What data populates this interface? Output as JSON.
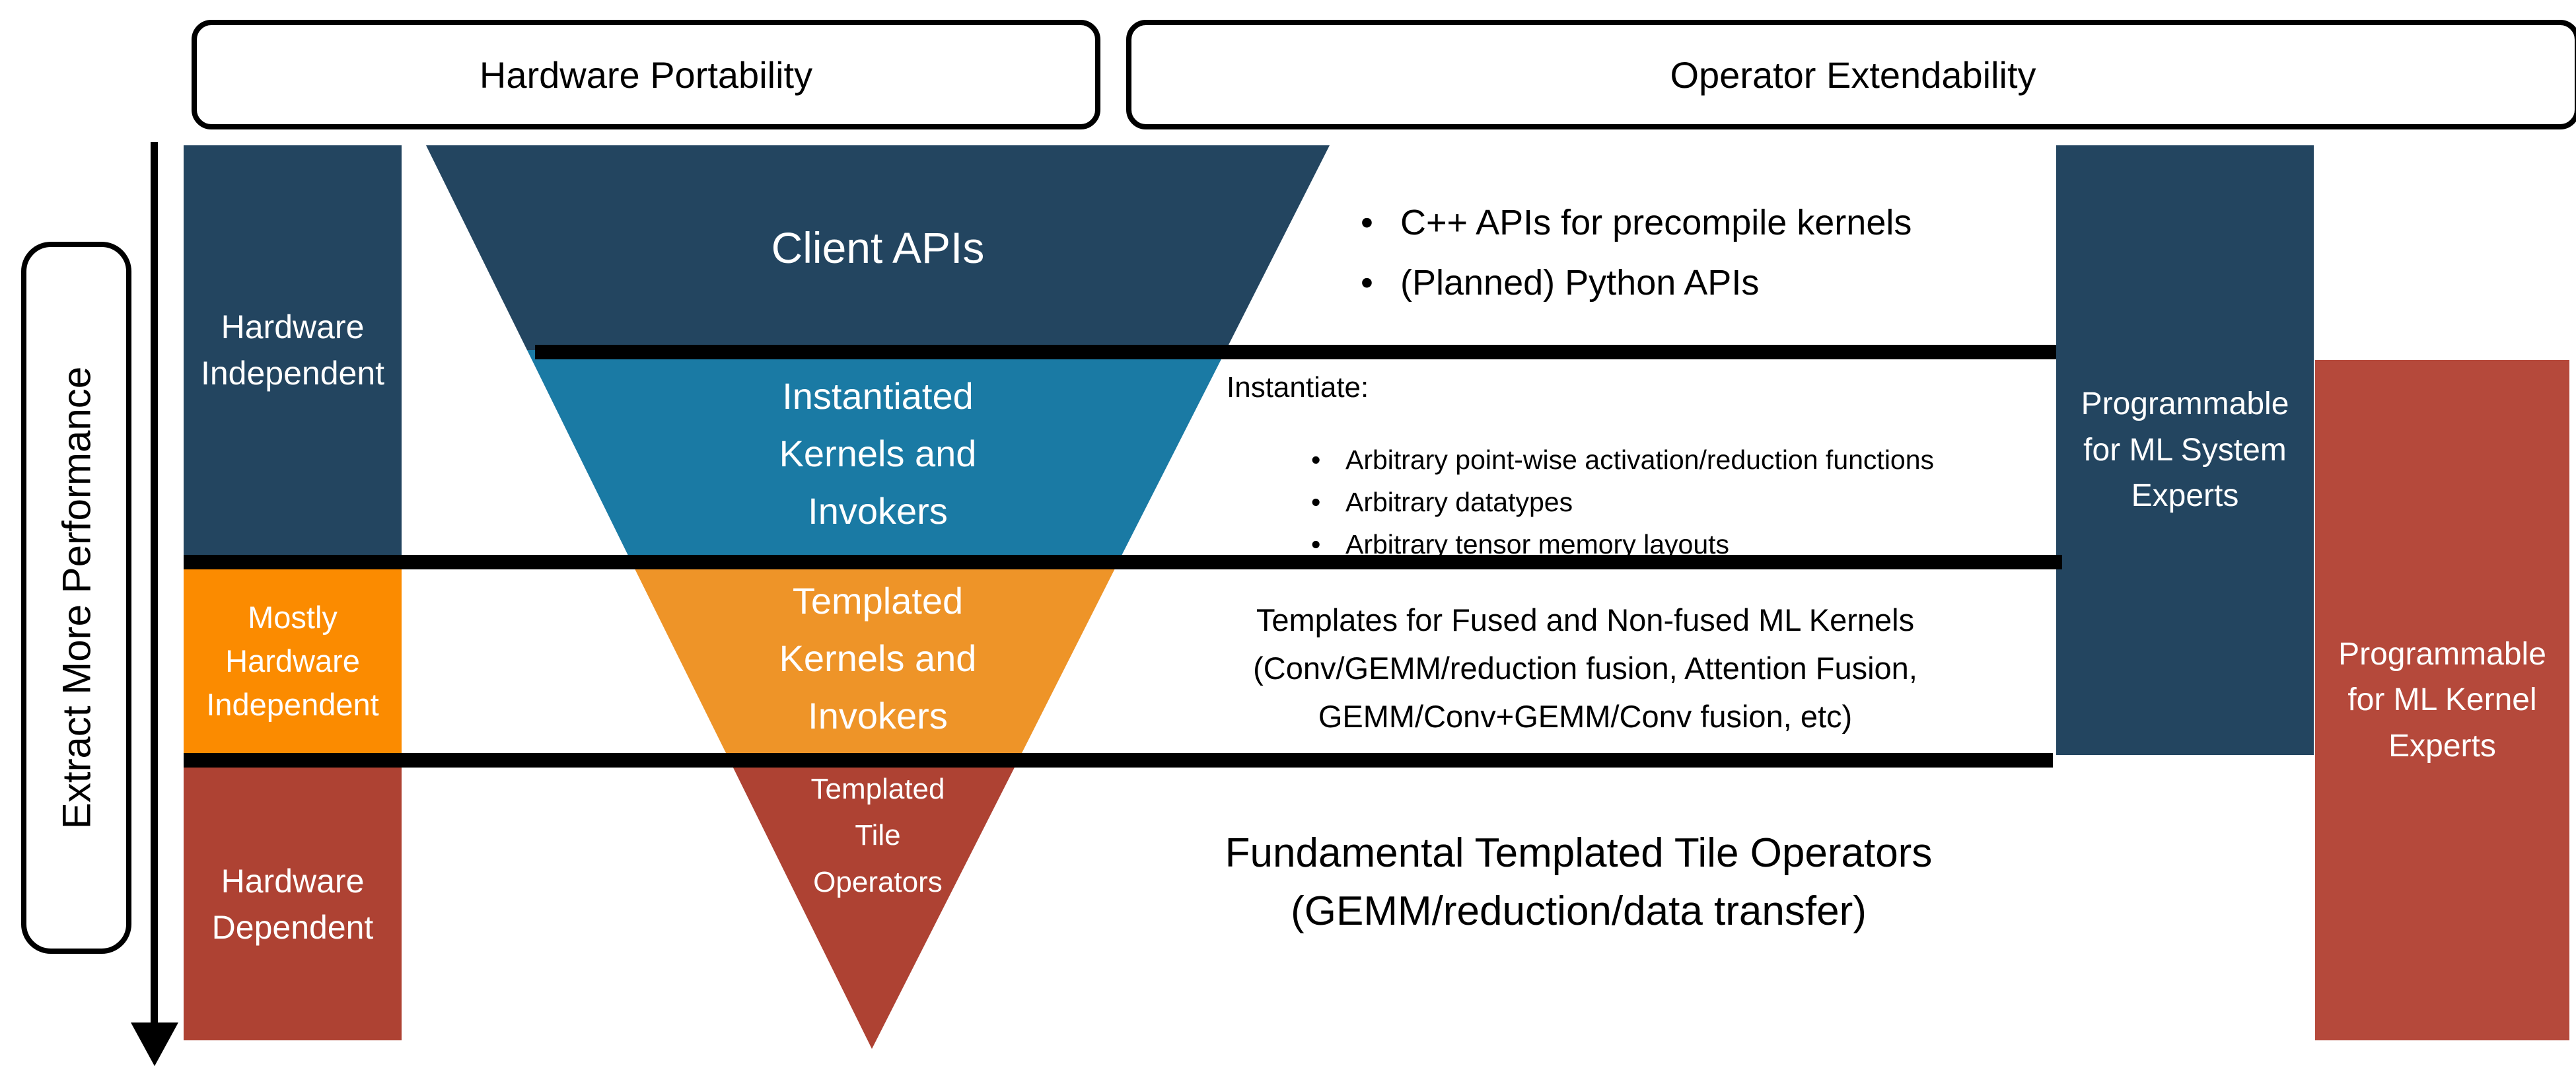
{
  "header": {
    "hardware_portability": "Hardware Portability",
    "operator_extendability": "Operator Extendability"
  },
  "performance_axis": {
    "label": "Extract More Performance"
  },
  "left_column": {
    "hardware_independent": "Hardware\nIndependent",
    "mostly_hardware_independent": "Mostly\nHardware\nIndependent",
    "hardware_dependent": "Hardware\nDependent"
  },
  "funnel": {
    "client_apis": "Client APIs",
    "instantiated_kernels": "Instantiated\nKernels and\nInvokers",
    "templated_kernels": "Templated\nKernels and\nInvokers",
    "templated_tile_operators": "Templated\nTile\nOperators"
  },
  "annotations": {
    "client_api_bullets": [
      "C++ APIs for precompile kernels",
      "(Planned) Python APIs"
    ],
    "instantiate_heading": "Instantiate:",
    "instantiate_bullets": [
      "Arbitrary point-wise activation/reduction functions",
      "Arbitrary datatypes",
      "Arbitrary tensor memory layouts"
    ],
    "templates_text": "Templates for Fused and Non-fused ML Kernels\n(Conv/GEMM/reduction fusion, Attention Fusion,\nGEMM/Conv+GEMM/Conv fusion, etc)",
    "fundamental_text": "Fundamental Templated Tile Operators\n(GEMM/reduction/data transfer)"
  },
  "right_column": {
    "ml_system_experts": "Programmable\nfor ML System\nExperts",
    "ml_kernel_experts": "Programmable\nfor ML Kernel\nExperts"
  },
  "colors": {
    "navy": "#234560",
    "teal": "#1a7aa4",
    "bright_orange": "#fb8b00",
    "funnel_orange": "#ee9428",
    "brick_red": "#ae4233",
    "right_red": "#b5493b",
    "separator_black": "#000000"
  }
}
